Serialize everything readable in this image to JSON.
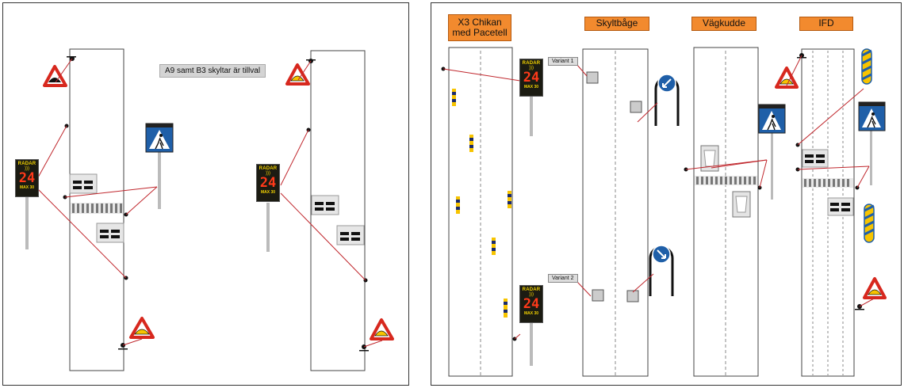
{
  "left_panel": {
    "note": "A9 samt B3 skyltar är tillval",
    "radar_signs": [
      {
        "top": "RADAR",
        "speed": "24",
        "bottom": "MAX 30"
      },
      {
        "top": "RADAR",
        "speed": "24",
        "bottom": "MAX 30"
      }
    ]
  },
  "right_panel": {
    "headers": {
      "chikan": "X3 Chikan med Pacetell",
      "skyltbage": "Skyltbåge",
      "vagkudde": "Vägkudde",
      "ifd": "IFD"
    },
    "variants": {
      "v1": "Variant 1",
      "v2": "Variant 2"
    },
    "radar_signs": [
      {
        "top": "RADAR",
        "speed": "24",
        "bottom": "MAX 30"
      },
      {
        "top": "RADAR",
        "speed": "24",
        "bottom": "MAX 30"
      }
    ]
  },
  "colors": {
    "line": "#c0272d",
    "header_bg": "#f28a2e",
    "warning_red": "#d7281e",
    "warning_yellow": "#f7c400",
    "sign_blue": "#1f5fa8"
  },
  "icons": [
    "warning-triangle-icon",
    "pedestrian-crossing-icon",
    "keep-right-icon",
    "radar-speed-sign-icon",
    "speed-cushion-icon",
    "bollard-icon"
  ]
}
